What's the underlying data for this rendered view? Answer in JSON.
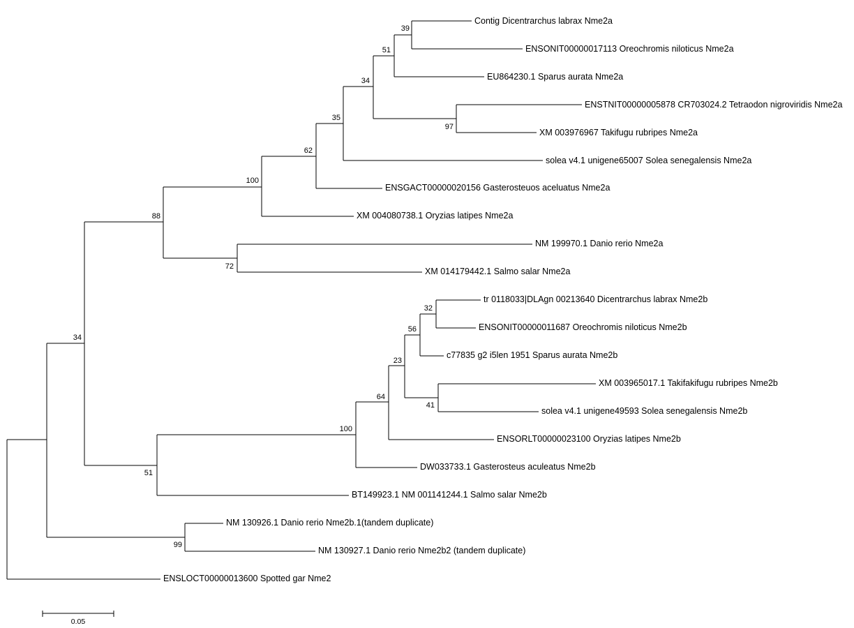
{
  "tree": {
    "leaves": [
      "Contig Dicentrarchus labrax Nme2a",
      "ENSONIT00000017113 Oreochromis niloticus Nme2a",
      "EU864230.1 Sparus aurata Nme2a",
      "ENSTNIT00000005878 CR703024.2 Tetraodon nigroviridis Nme2a",
      "XM 003976967 Takifugu rubripes Nme2a",
      "solea v4.1 unigene65007 Solea senegalensis Nme2a",
      "ENSGACT00000020156 Gasterosteuos aceluatus Nme2a",
      "XM 004080738.1 Oryzias latipes Nme2a",
      "NM 199970.1 Danio rerio Nme2a",
      "XM 014179442.1 Salmo salar Nme2a",
      "tr 0118033|DLAgn 00213640 Dicentrarchus labrax Nme2b",
      "ENSONIT00000011687 Oreochromis niloticus Nme2b",
      "c77835 g2 i5len 1951 Sparus aurata Nme2b",
      "XM 003965017.1 Takifakifugu rubripes Nme2b",
      "solea v4.1 unigene49593 Solea senegalensis Nme2b",
      "ENSORLT00000023100 Oryzias latipes Nme2b",
      "DW033733.1 Gasterosteus aculeatus Nme2b",
      "BT149923.1 NM 001141244.1 Salmo salar Nme2b",
      "NM 130926.1 Danio rerio Nme2b.1(tandem duplicate)",
      "NM 130927.1 Danio rerio Nme2b2 (tandem duplicate)",
      "ENSLOCT00000013600 Spotted gar Nme2"
    ],
    "bootstrap": [
      "39",
      "51",
      "34",
      "97",
      "35",
      "62",
      "100",
      "88",
      "72",
      "32",
      "56",
      "23",
      "41",
      "64",
      "100",
      "51",
      "34",
      "99"
    ],
    "scale_bar": {
      "label": "0.05",
      "length": 0.05
    }
  }
}
